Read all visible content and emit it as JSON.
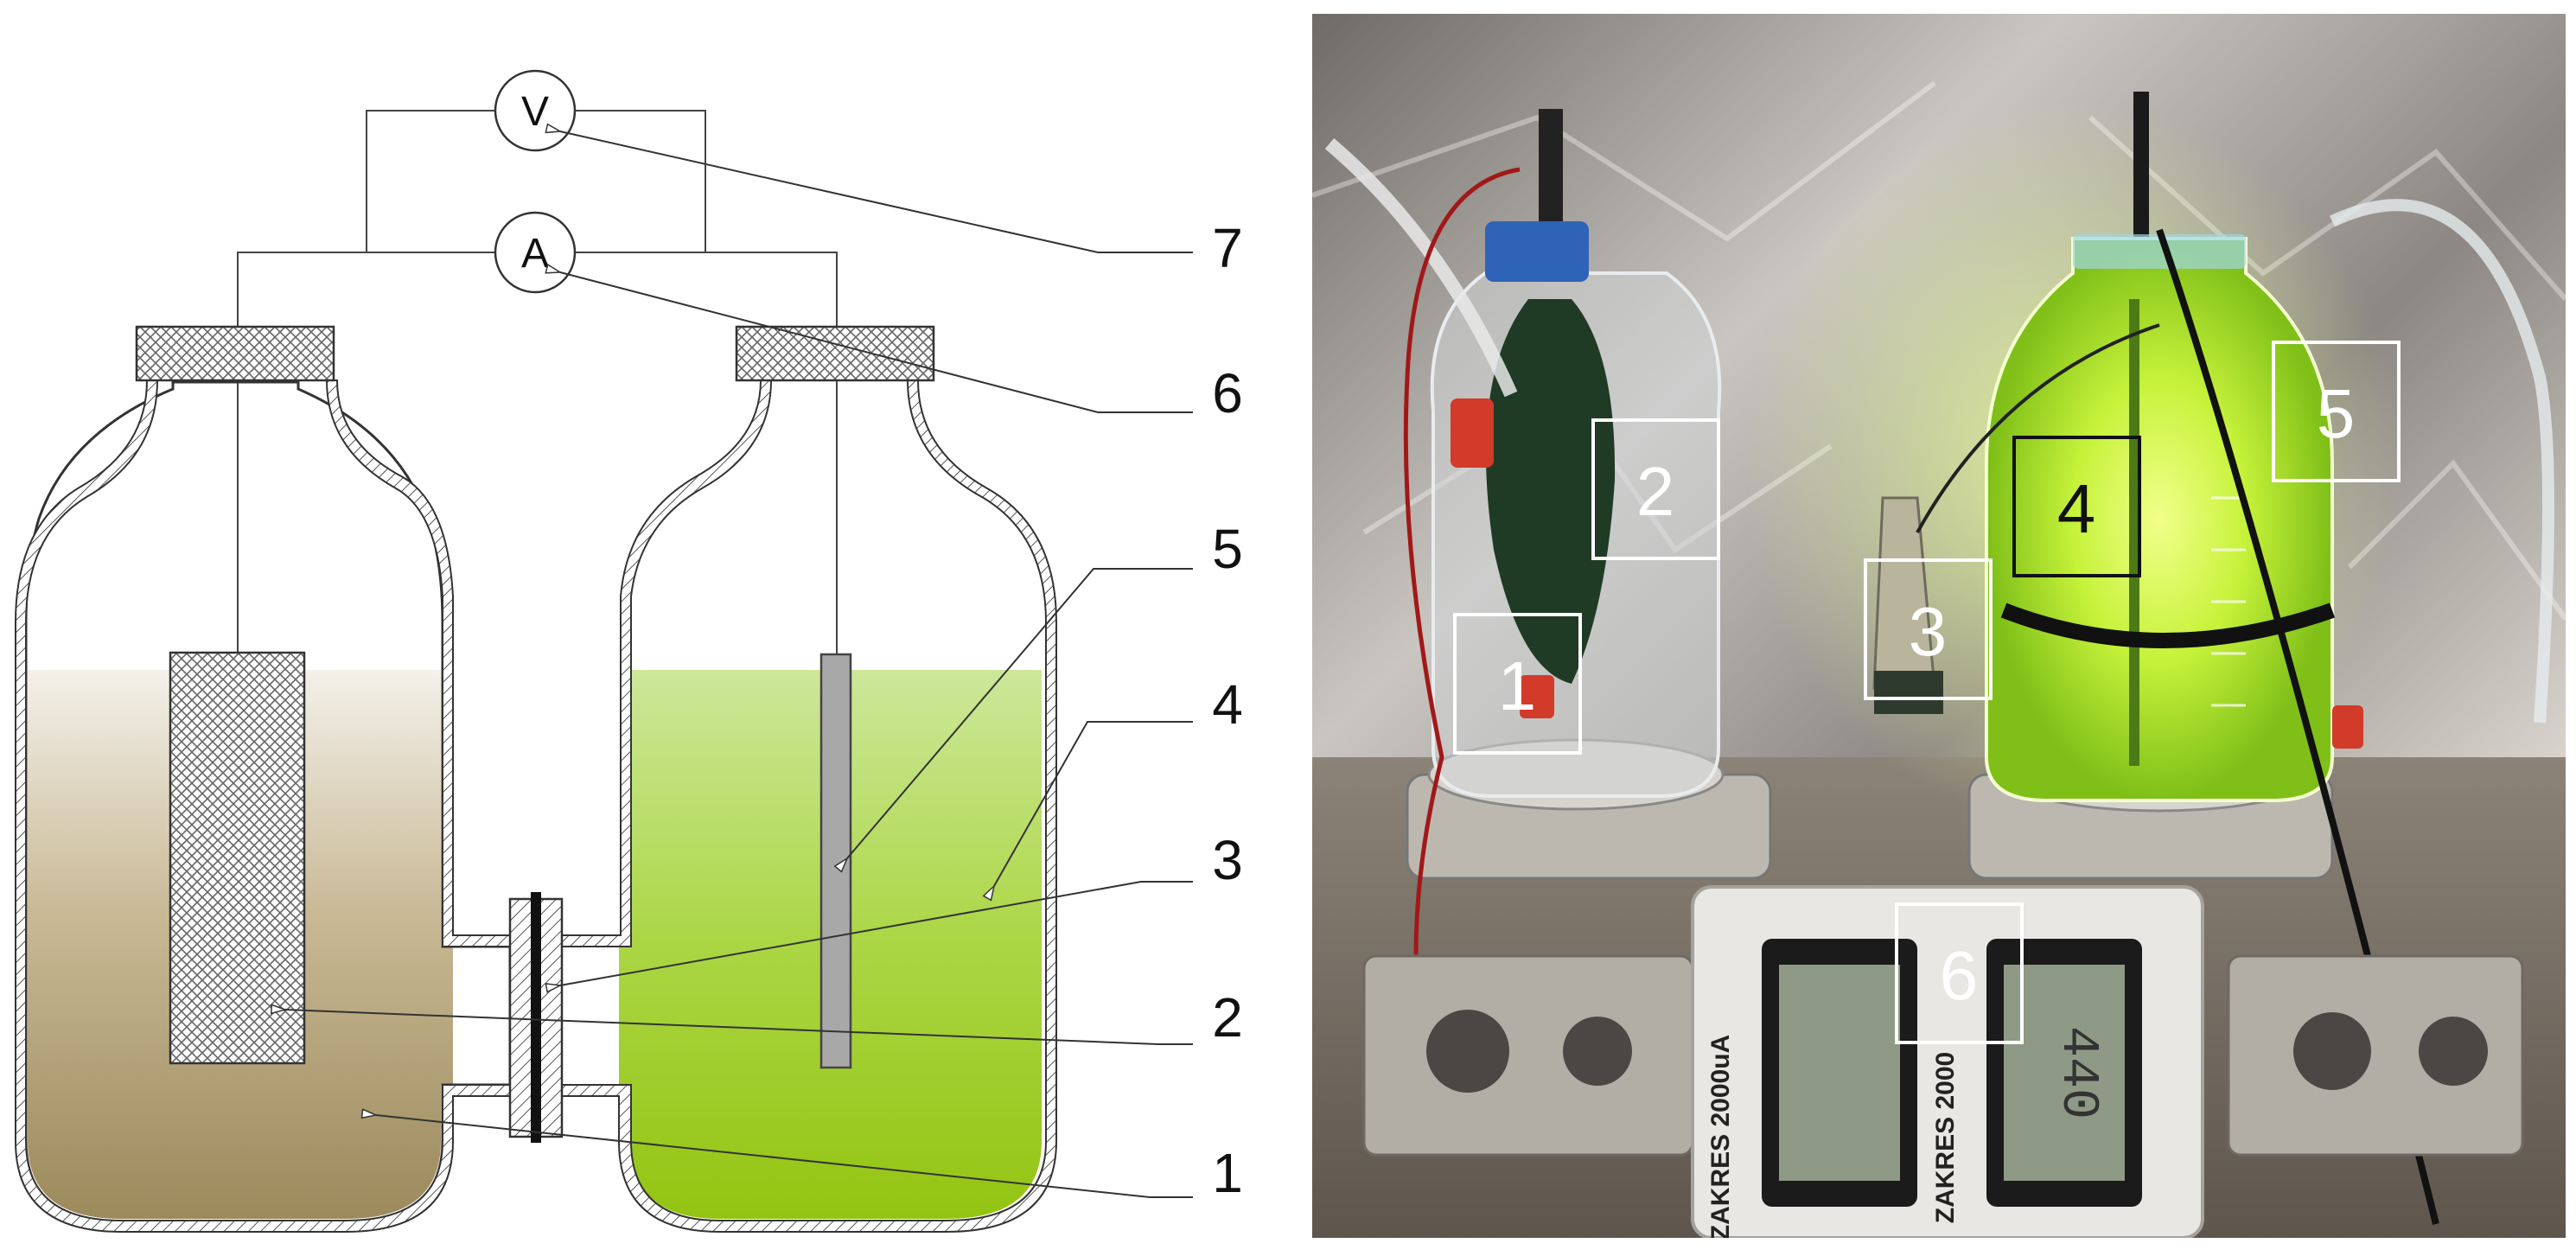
{
  "meters": {
    "voltmeter": "V",
    "ammeter": "A"
  },
  "callouts": [
    "7",
    "6",
    "5",
    "4",
    "3",
    "2",
    "1"
  ],
  "photo_boxes": [
    "1",
    "2",
    "3",
    "4",
    "5",
    "6"
  ],
  "device_label": "ZAKRES 2000uA",
  "device_label_2": "ZAKRES 2000",
  "lcd_reading": "440",
  "colors": {
    "anode_liquid": "#9c8a5c",
    "cathode_liquid": "#9acb1a",
    "algae_glow": "#c6f23a"
  }
}
